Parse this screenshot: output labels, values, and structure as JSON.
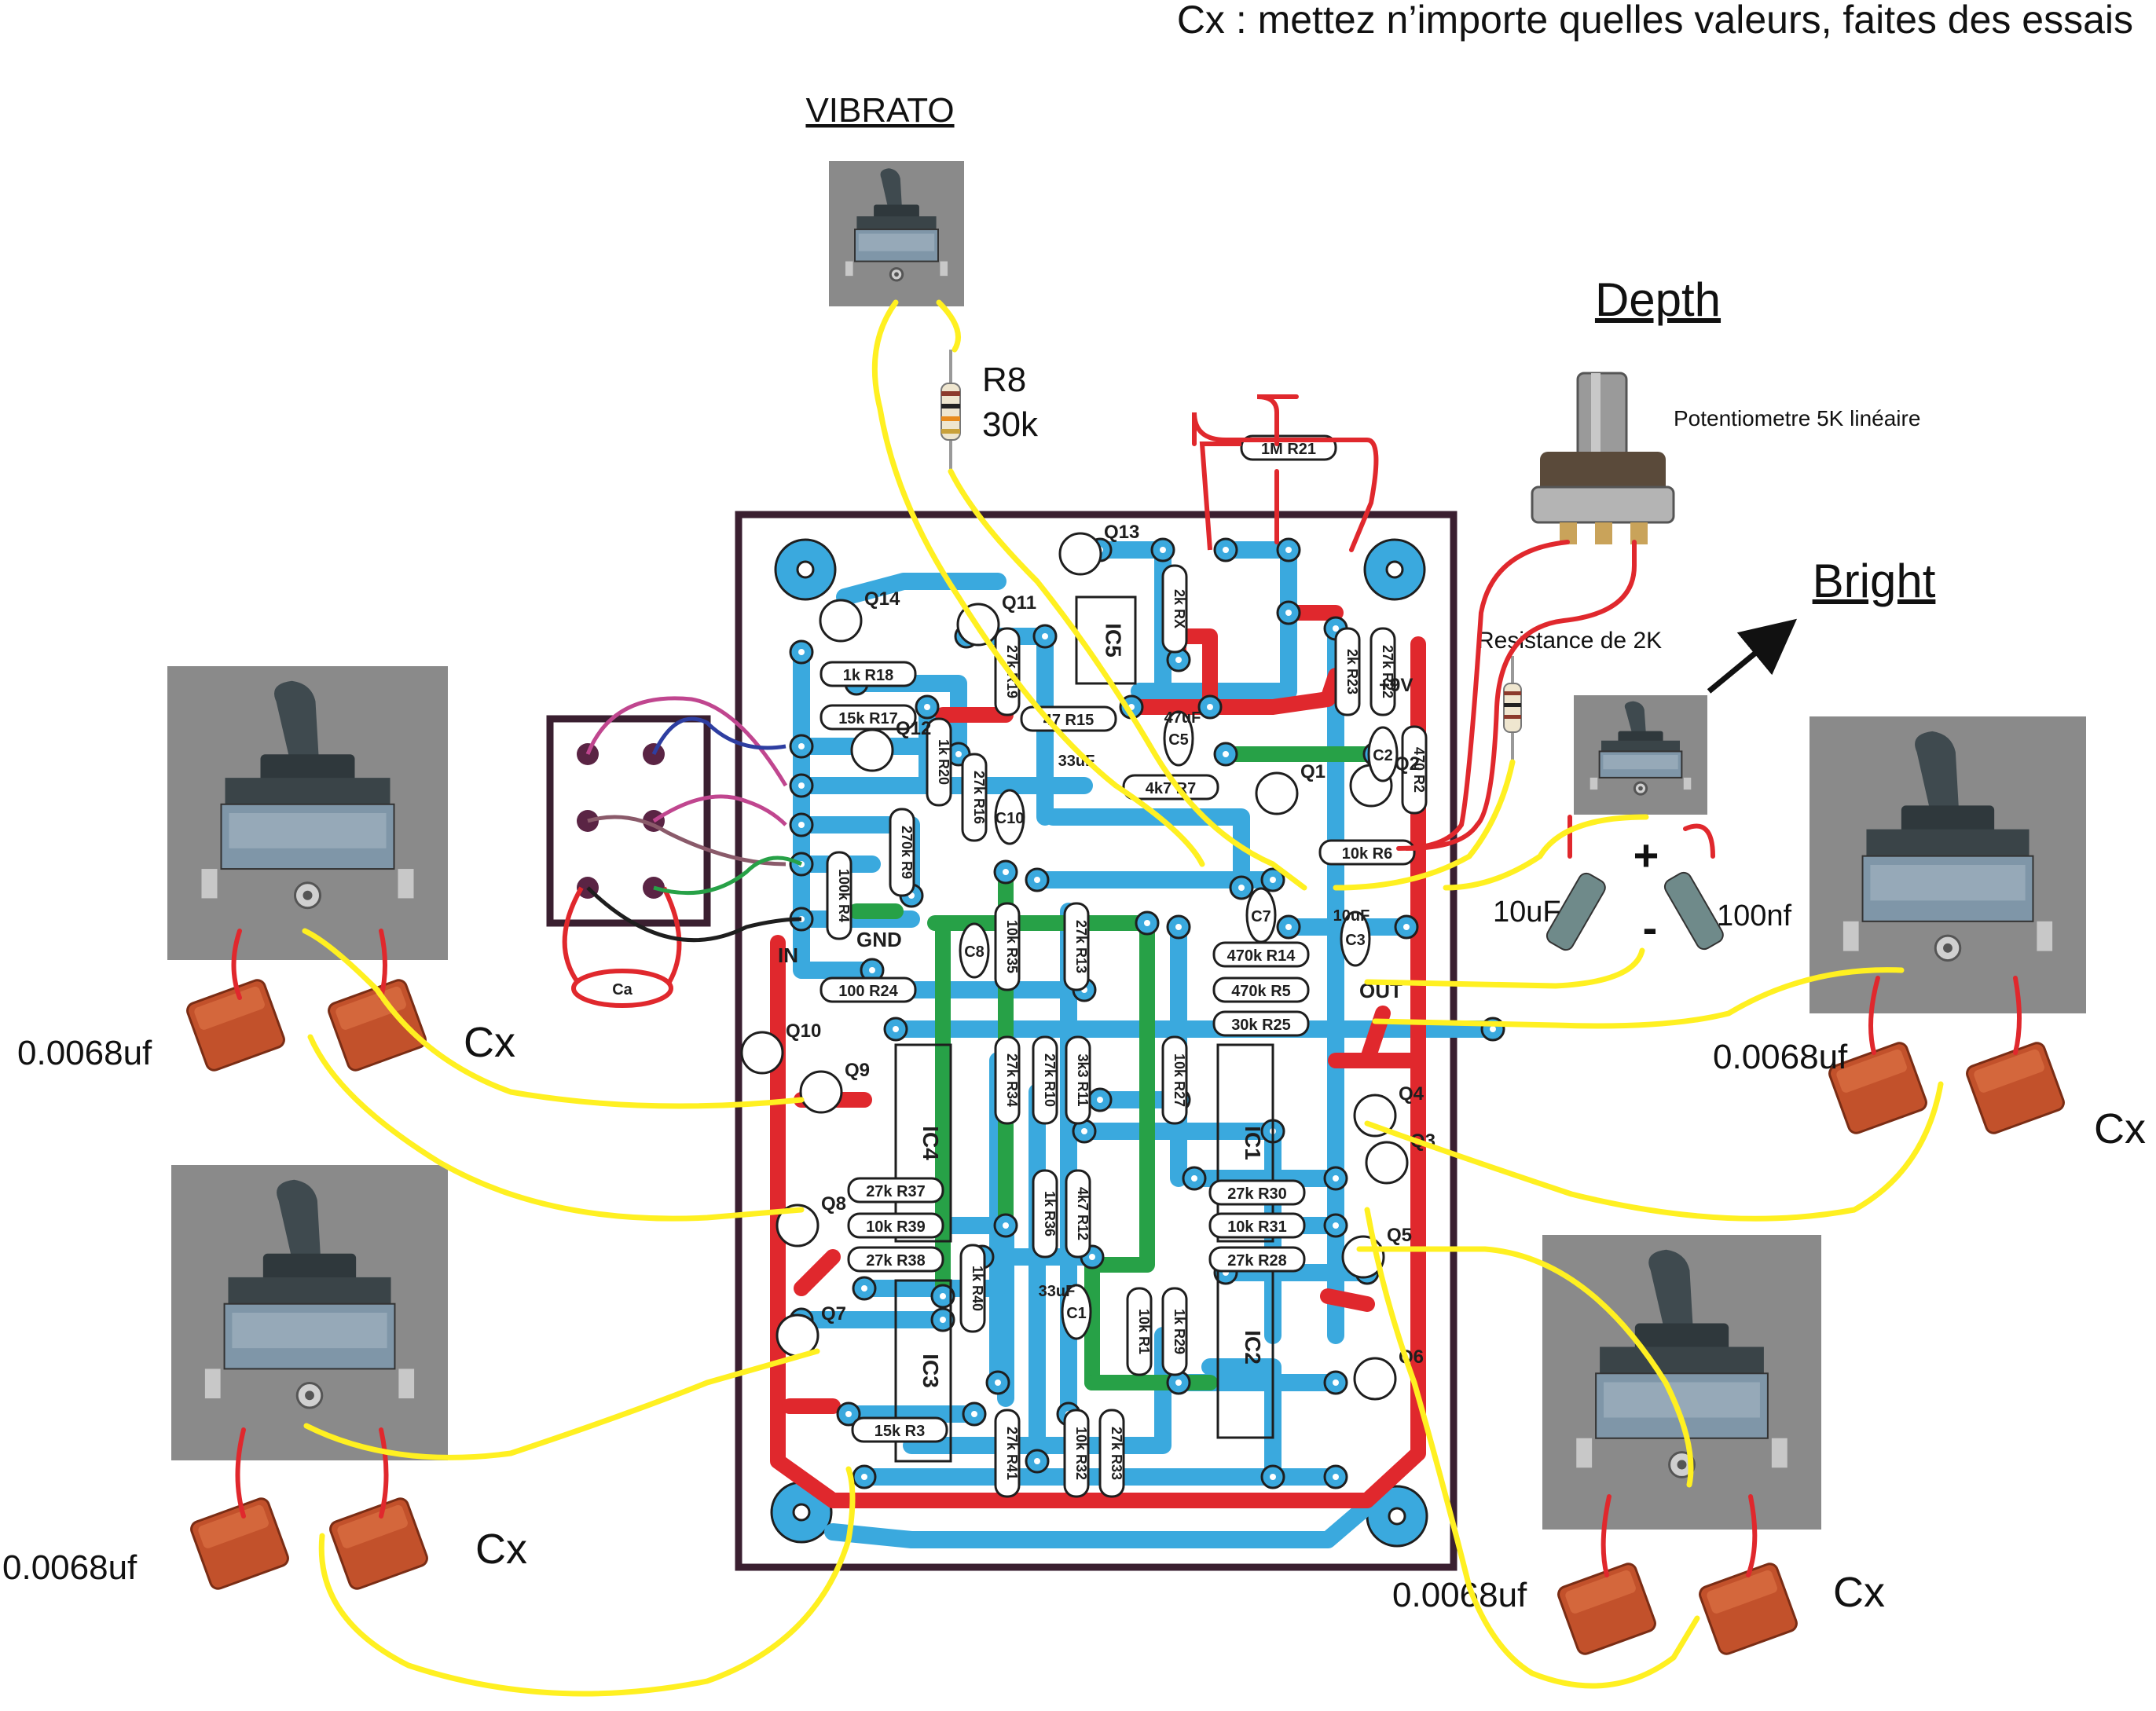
{
  "note": "Cx : mettez n’importe quelles valeurs, faites des essais",
  "vibrato": {
    "title": "VIBRATO",
    "resistor_name": "R8",
    "resistor_value": "30k"
  },
  "depth": {
    "title": "Depth",
    "pot_label": "Potentiometre 5K linéaire"
  },
  "bright": {
    "title": "Bright",
    "resistor_label": "Resistance de 2K",
    "cap_left": "10uF",
    "cap_right": "100nf",
    "plus": "+",
    "minus": "-"
  },
  "switches": [
    {
      "cap_value": "0.0068uf",
      "cx": "Cx"
    },
    {
      "cap_value": "0.0068uf",
      "cx": "Cx"
    },
    {
      "cap_value": "0.0068uf",
      "cx": "Cx"
    },
    {
      "cap_value": "0.0068uf",
      "cx": "Cx"
    }
  ],
  "connector": {
    "ca": "Ca"
  },
  "pcb": {
    "in": "IN",
    "gnd": "GND",
    "out": "OUT",
    "v9": "+9V",
    "resistors_h": [
      "1k R18",
      "15k R17",
      "100 R24",
      "1M R21",
      "47 R15",
      "4k7 R7",
      "10k R6",
      "470k R14",
      "470k R5",
      "30k R25",
      "27k R37",
      "10k R39",
      "27k R38",
      "27k R30",
      "10k R31",
      "27k R28",
      "15k R3"
    ],
    "resistors_v": [
      "27k R19",
      "1k R20",
      "27k R16",
      "270k R9",
      "100k R4",
      "10k R35",
      "27k R13",
      "27k R34",
      "27k R10",
      "3k3 R11",
      "10k R27",
      "1k R36",
      "4k7 R12",
      "1k R40",
      "10k R1",
      "1k R29",
      "27k R41",
      "10k R32",
      "27k R33",
      "2k R23",
      "27k R22",
      "470 R2",
      "2k RX"
    ],
    "ics": [
      "IC5",
      "IC4",
      "IC3",
      "IC1",
      "IC2"
    ],
    "caps": [
      "C5",
      "C2",
      "C10",
      "C8",
      "C7",
      "C3",
      "C1"
    ],
    "cap_values": [
      "47uF",
      "33uF",
      "10uF",
      "33uF"
    ],
    "transistors": [
      "Q14",
      "Q11",
      "Q13",
      "Q12",
      "Q1",
      "Q2",
      "Q10",
      "Q9",
      "Q8",
      "Q7",
      "Q6",
      "Q5",
      "Q4",
      "Q3"
    ]
  }
}
